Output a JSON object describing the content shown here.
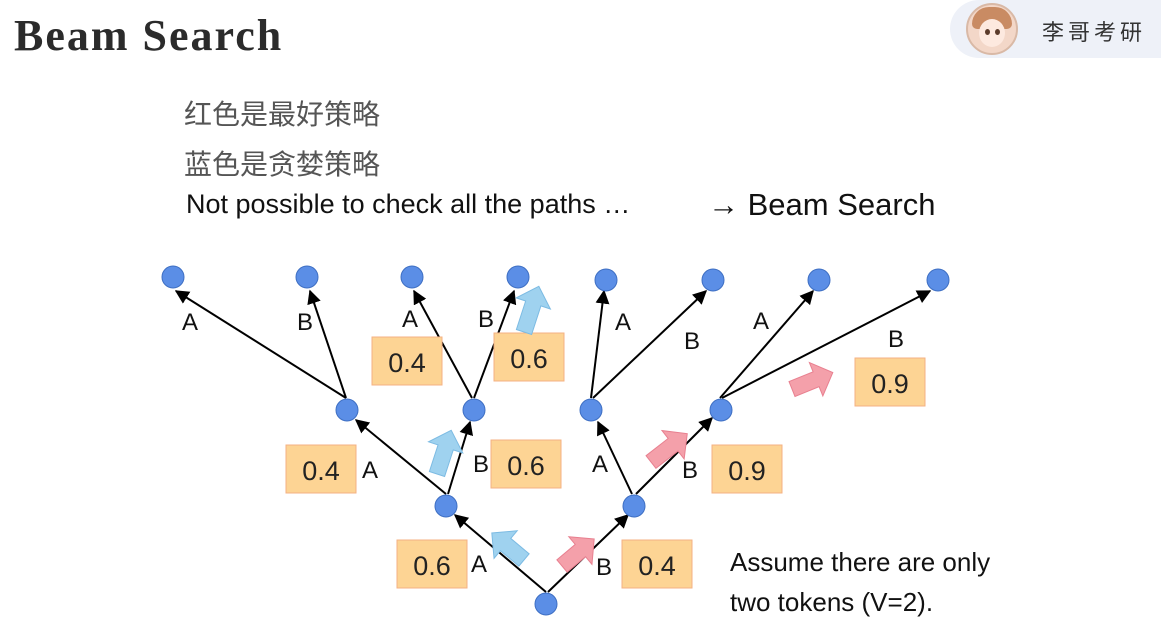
{
  "slide": {
    "title": "Beam Search",
    "brand_name": "李哥考研",
    "line1": "红色是最好策略",
    "line2": "蓝色是贪婪策略",
    "line3": "Not possible to check all the paths …",
    "arrow_text": "→ Beam Search",
    "note_line1": "Assume there are only",
    "note_line2": "two tokens (V=2)."
  },
  "colors": {
    "node": "#5b8ee6",
    "node_stroke": "#3e6fc3",
    "box_fill": "#fdd494",
    "box_stroke": "#f4b183",
    "red_arrow": "#f4a0aa",
    "blue_arrow": "#9fd2ef"
  },
  "tree": {
    "labels": {
      "root_a": "A",
      "root_b": "B",
      "l1a_a": "A",
      "l1a_b": "B",
      "l1b_a": "A",
      "l1b_b": "B",
      "l2a_a": "A",
      "l2a_b": "B",
      "l2b_a": "A",
      "l2b_b": "B",
      "l2c_a": "A",
      "l2c_b": "B",
      "l2d_a": "A",
      "l2d_b": "B"
    },
    "probs": {
      "root_a": "0.6",
      "root_b": "0.4",
      "l1a_a": "0.4",
      "l1a_b": "0.6",
      "l1b_b": "0.9",
      "l2b_a": "0.4",
      "l2b_b": "0.6",
      "l2d_b": "0.9"
    }
  }
}
